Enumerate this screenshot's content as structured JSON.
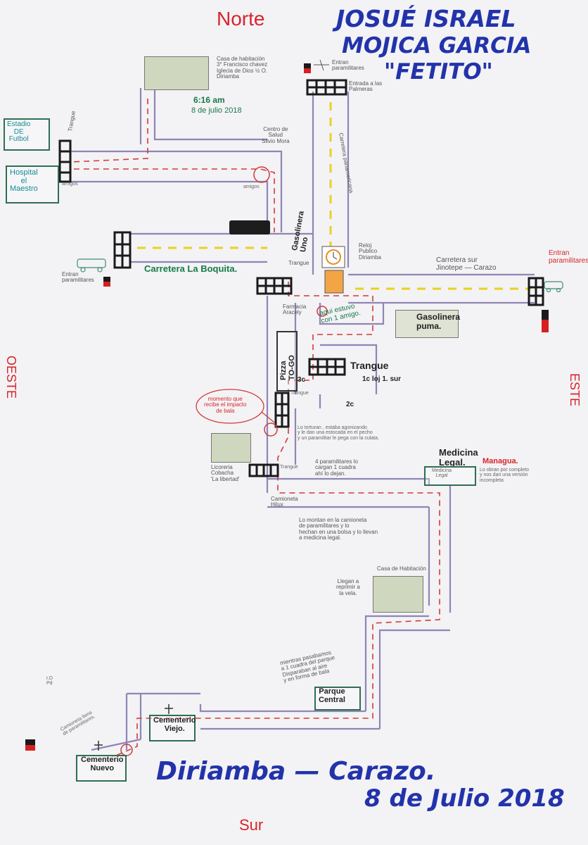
{
  "title": {
    "line1": "JOSUÉ ISRAEL",
    "line2": "MOJICA GARCIA",
    "line3": "\"FETITO\""
  },
  "compass": {
    "north": "Norte",
    "south": "Sur",
    "east": "ESTE",
    "west": "OESTE"
  },
  "footer": {
    "place": "Diriamba — Carazo.",
    "date": "8 de Julio 2018"
  },
  "labels": {
    "casa_habitacion_top": "Casa de habitación\n3° Francisco chavez\nIglecia de Dios ½ O.\nDiriamba",
    "time": "6:16 am",
    "date_small": "8 de julio 2018",
    "entran_top": "Entran\nparamilitares",
    "entrada_palmeras": "Entrada a las\nPalmeras",
    "estadio": "Estadio\nDE\nFutbol",
    "trangue_left": "Trangue",
    "hospital": "Hospital\nel\nMaestro",
    "amigos_small": "amigos",
    "centro_salud": "Centro de\nSalud\nSilvio Mora",
    "carretera_panamericana": "Carretera panamericana",
    "amigos_circle": "amigos",
    "gasolinera_uno": "Gasolinera\nUno",
    "reloj_publico": "Reloj\nPublico\nDiriamba",
    "entran_left": "Entran\nparamilitares",
    "carretera_boquita": "Carretera La Boquita.",
    "trangue_mid": "Trangue",
    "entran_right": "Entran\nparamilitares",
    "carretera_sur": "Carretera sur\nJinotepe — Carazo",
    "farmacia": "Farmacia\nAracely",
    "aqui_estuvo": "aqui estuvo\ncon 1 amigo.",
    "gasolinera_puma": "Gasolinera\npuma.",
    "pizza": "Pizza\nTO-GO",
    "trangue_big": "Trangue",
    "trangue_reloj": "1c loj 1. sur",
    "dist_3c": "3c",
    "dist_2c": "2c",
    "trangue_small": "Trangue",
    "momento": "momento que\nrecibe el impacto\nde bala",
    "torturan": "Lo torturan , estaba agonizando\ny le dan una estocada en el pecho\ny un paramilitar le pega con la culata.",
    "medicina_legal_title": "Medicina\nLegal.",
    "managua": "Managua.",
    "medicina_legal_box": "Medicina\nLegal",
    "obran": "Lo obran por completo\ny nos dan una versión\nincompleta",
    "licoreria": "Licoreria\nCobacha\n'La libertad'",
    "trangue_bottom": "Trangue",
    "cargan": "4 paramilitares lo\ncargan 1 cuadra\nahí lo dejan.",
    "camioneta": "Camioneta\nHilux",
    "montan": "Lo montan en la camioneta\nde paramilitares y lo\nhechan en una bolsa y lo llevan\na medicina legal.",
    "casa_habitacion_bottom": "Casa de Habitación",
    "llegan": "Llegan a\nreprimir a\nla vela.",
    "mientras": "mientras pasabamos\na 1 cuadra del parque\nDisparaban al aire\ny en forma de bala",
    "parque_central": "Parque\nCentral",
    "cementerio_viejo": "Cementerio\nViejo.",
    "cementerio_nuevo": "Cementerio\nNuevo",
    "camioneta_llena": "Camioneta llena\nde paramilitares.",
    "tiny_marks": "r.D\nPd"
  }
}
